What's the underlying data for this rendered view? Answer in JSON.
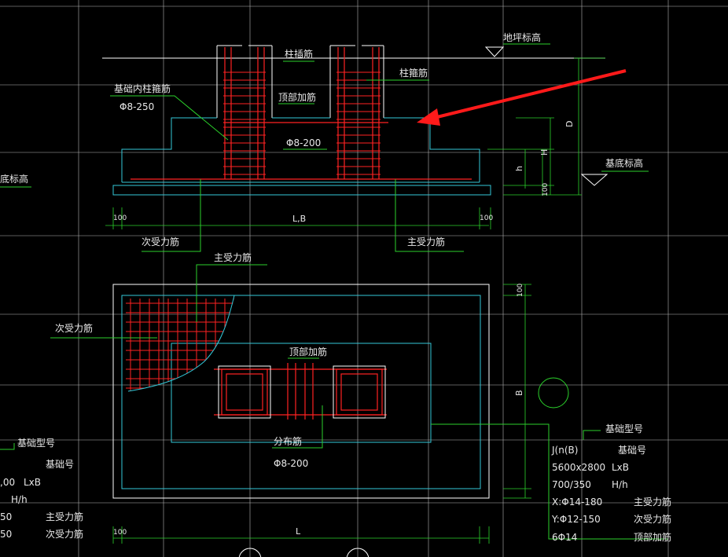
{
  "colors": {
    "background": "#000000",
    "grid": "#d8d8d8",
    "outline": "#ffffff",
    "cyan": "#33c8d8",
    "green": "#2bd12b",
    "rebar": "#ff2222",
    "text": "#e8e8e8",
    "arrow": "#ff1a1a"
  },
  "section": {
    "finished_floor_label": "地坪标高",
    "column_rebar_label": "柱插筋",
    "column_stirrup_label": "柱箍筋",
    "foundation_stirrup_label": "基础内柱箍筋",
    "foundation_stirrup_spec": "Φ8-250",
    "top_rebar_label": "顶部加筋",
    "top_rebar_spec": "Φ8-200",
    "base_level_label": "基底标高",
    "left_cut_label": "底标高",
    "secondary_rebar_label": "次受力筋",
    "main_rebar_label": "主受力筋",
    "dim_D": "D",
    "dim_H": "H",
    "dim_h": "h",
    "dim_100_side": "100",
    "dim_100_left": "100",
    "dim_100_right": "100",
    "dim_LB": "L,B"
  },
  "plan": {
    "main_rebar_label": "主受力筋",
    "secondary_rebar_label": "次受力筋",
    "top_rebar_label": "顶部加筋",
    "distribution_rebar_label": "分布筋",
    "distribution_rebar_spec": "Φ8-200",
    "dim_100_top": "100",
    "dim_100_bottom_left": "100",
    "dim_B": "B",
    "dim_L": "L"
  },
  "legend_right": {
    "type_label": "基础型号",
    "type_value": "J(n(B)",
    "number_label": "基础号",
    "size_value": "5600x2800",
    "size_label": "LxB",
    "height_value": "700/350",
    "height_label": "H/h",
    "x_rebar_value": "X:Φ14-180",
    "x_rebar_label": "主受力筋",
    "y_rebar_value": "Y:Φ12-150",
    "y_rebar_label": "次受力筋",
    "top_rebar_value": "6Φ14",
    "top_rebar_label": "顶部加筋"
  },
  "legend_left": {
    "type_label": "基础型号",
    "number_label": "基础号",
    "size_value": ",00",
    "size_label": "LxB",
    "height_label": "H/h",
    "x_value": "50",
    "x_label": "主受力筋",
    "y_value": "50",
    "y_label": "次受力筋"
  }
}
